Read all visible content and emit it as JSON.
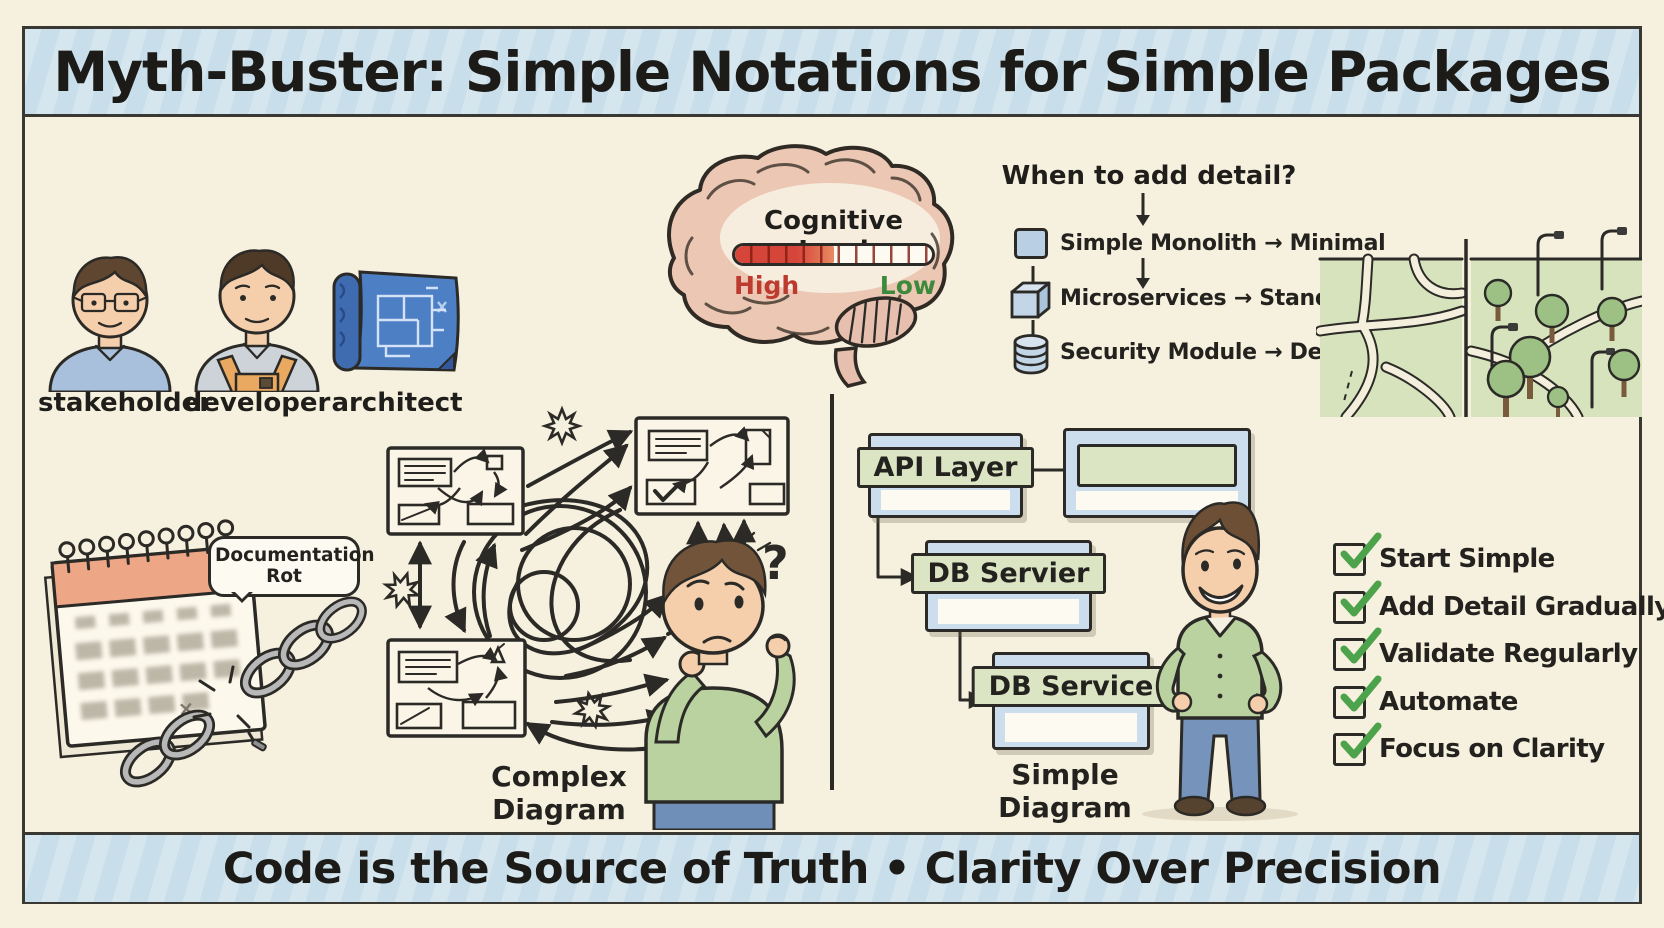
{
  "title": "Myth-Buster: Simple Notations for Simple Packages",
  "footer": "Code is the Source of Truth • Clarity Over Precision",
  "personas": {
    "items": [
      {
        "label": "stakeholder"
      },
      {
        "label": "developer"
      },
      {
        "label": "architect"
      }
    ]
  },
  "brain": {
    "label": "Cognitive Load",
    "high": "High",
    "low": "Low",
    "fill_percent": "50"
  },
  "guide": {
    "heading": "When to add detail?",
    "rows": [
      {
        "icon": "square-icon",
        "label": "Simple Monolith → Minimal"
      },
      {
        "icon": "cube-icon",
        "label": "Microservices → Standard"
      },
      {
        "icon": "database-icon",
        "label": "Security Module → Detailed"
      }
    ]
  },
  "doc_rot": {
    "bubble": "Documentation Rot"
  },
  "complex": {
    "label": "Complex Diagram",
    "question_mark": "?"
  },
  "simple": {
    "label": "Simple Diagram",
    "boxes": [
      "API Layer",
      "DB Servier",
      "DB Service"
    ]
  },
  "checklist": {
    "items": [
      {
        "label": "Start Simple"
      },
      {
        "label": "Add Detail Gradually"
      },
      {
        "label": "Validate Regularly"
      },
      {
        "label": "Automate"
      },
      {
        "label": "Focus on Clarity"
      }
    ]
  },
  "colors": {
    "ink": "#2b2a26",
    "banner_blue": "#cfe2ec",
    "paper_cream": "#f6f0de",
    "meter_red": "#d6453a",
    "high_red": "#bc3a2e",
    "low_green": "#3e8a3c",
    "box_blue": "#ccdeed",
    "box_green": "#dbe5c4",
    "check_green": "#4da24c"
  }
}
